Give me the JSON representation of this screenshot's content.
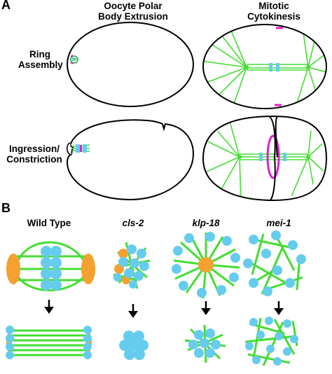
{
  "panel_a": {
    "label": "A",
    "col_headers": [
      "Oocyte Polar Body Extrusion",
      "Mitotic Cytokinesis"
    ],
    "row_labels": [
      "Ring Assembly",
      "Ingression/ Constriction"
    ]
  },
  "panel_b": {
    "label": "B",
    "genotypes": [
      "Wild Type",
      "cls-2",
      "klp-18",
      "mei-1"
    ]
  },
  "colors": {
    "microtubule": "#44dd33",
    "chromosome": "#66ccee",
    "pole": "#f5a030",
    "ring": "#dd22cc",
    "outline": "#000000"
  },
  "icons": [
    "down-arrow-icon"
  ]
}
